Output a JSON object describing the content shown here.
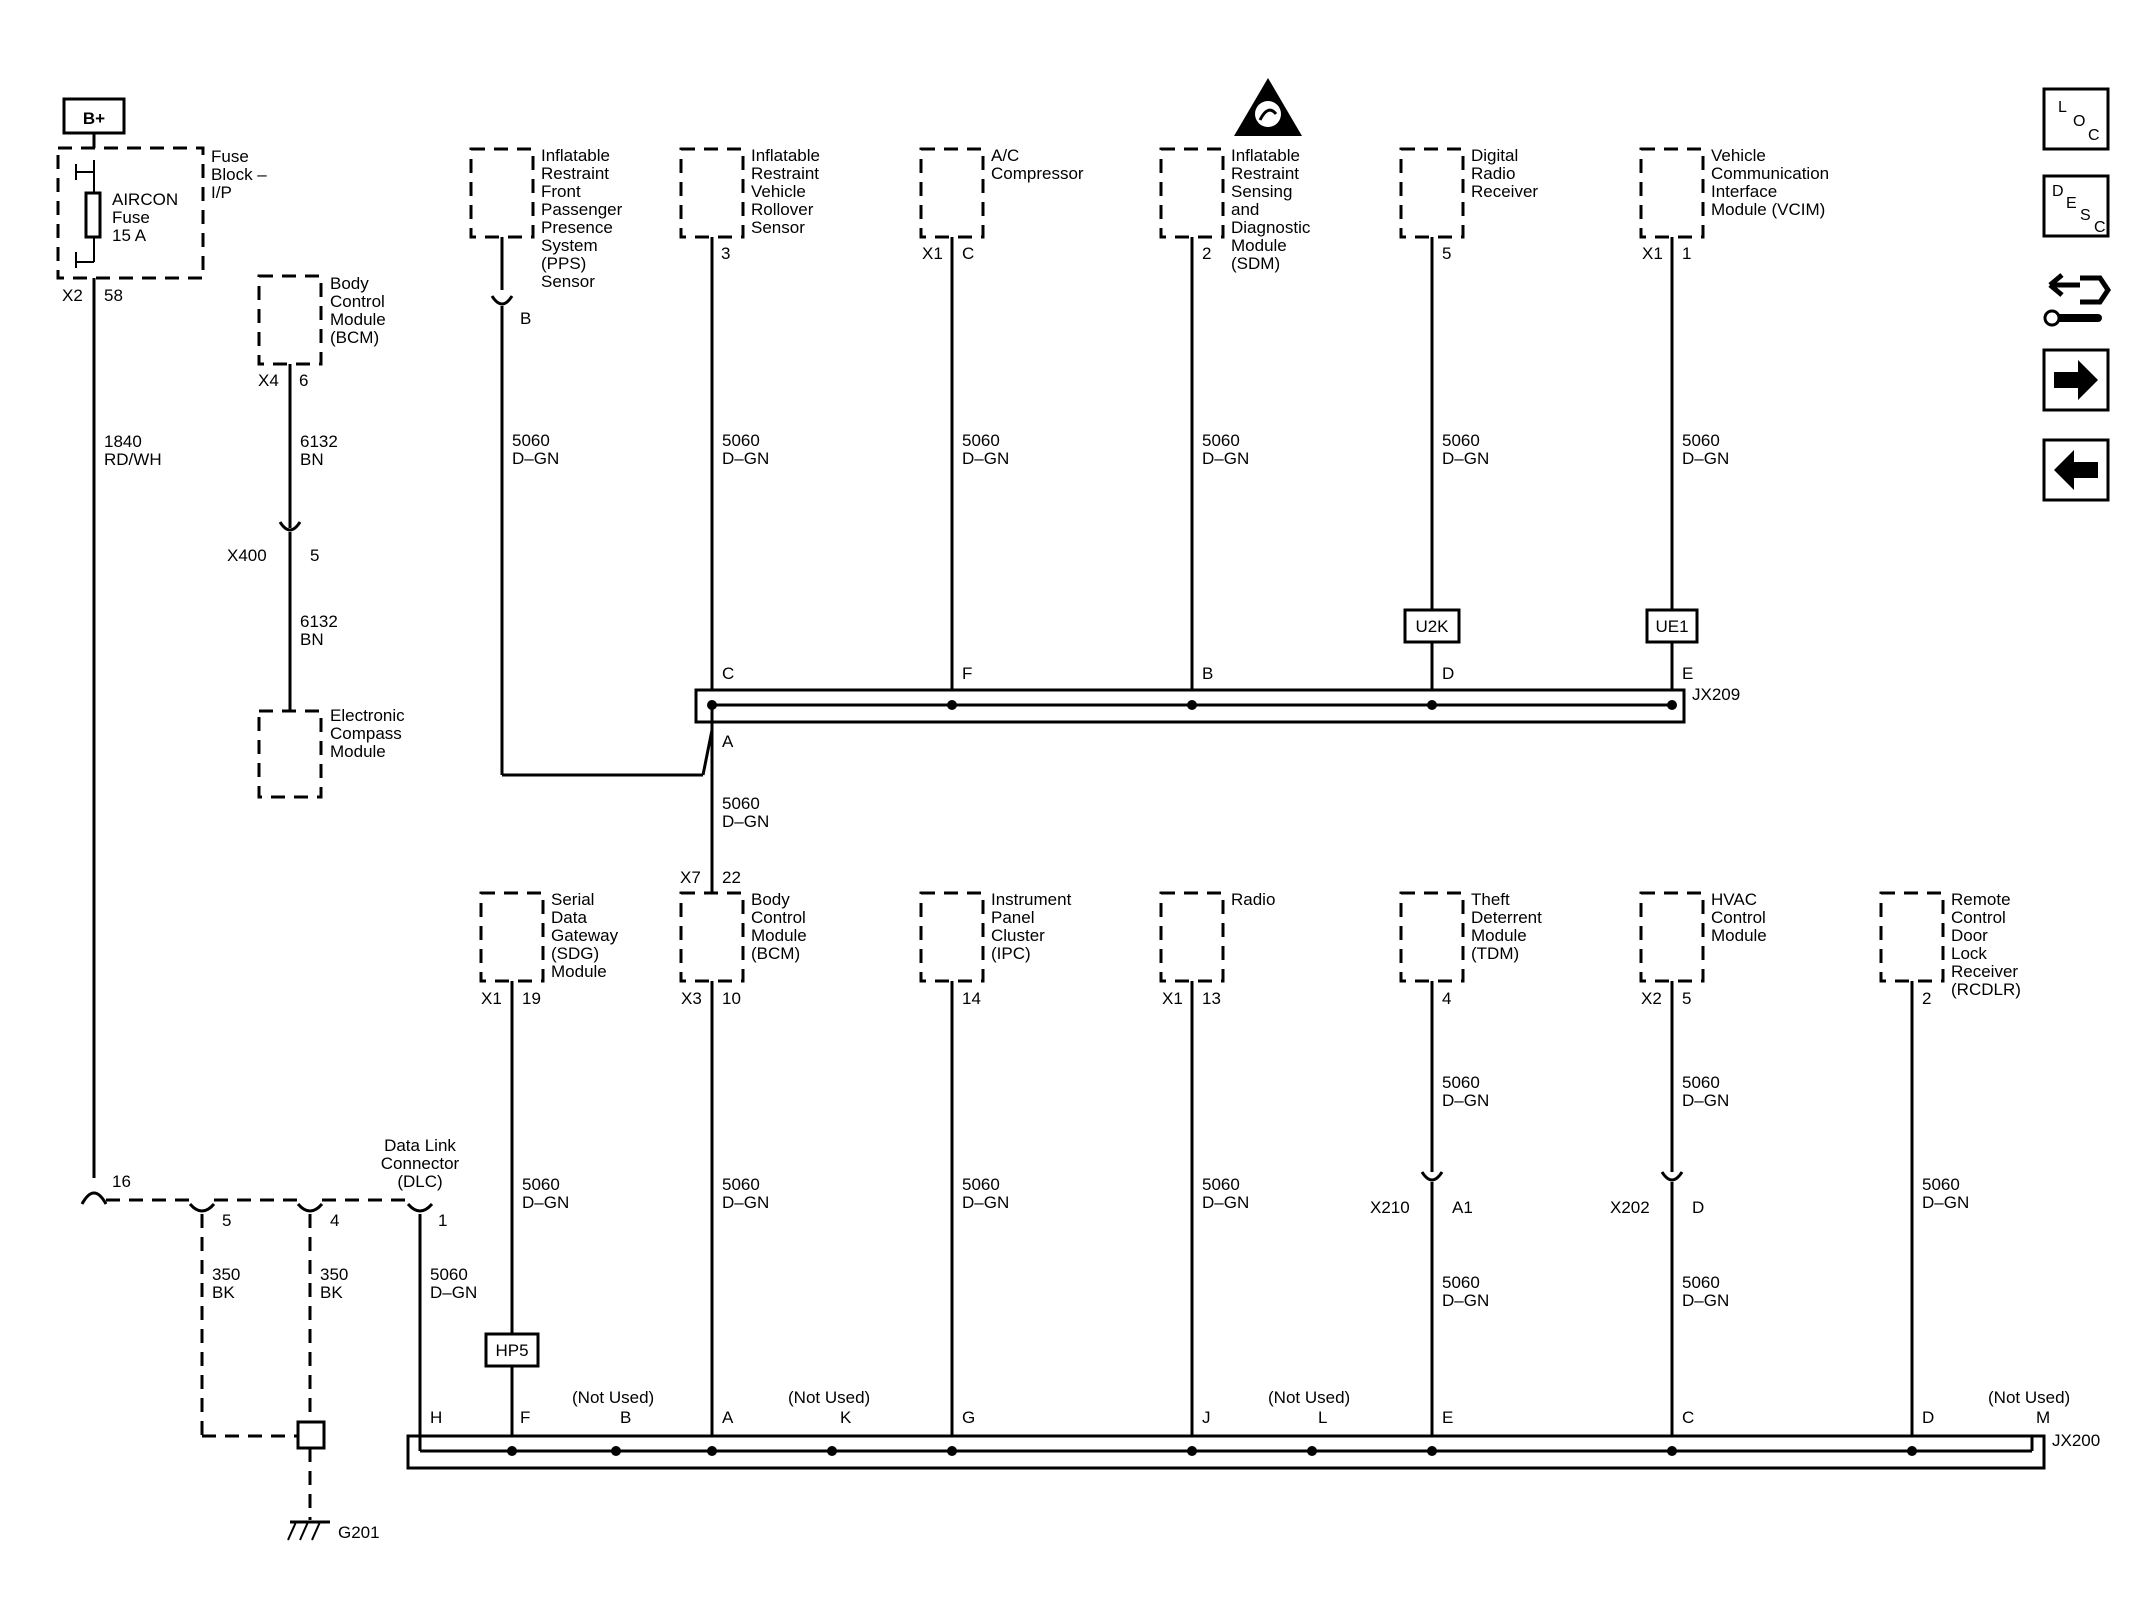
{
  "power": {
    "label": "B+"
  },
  "fuse_block": {
    "name": [
      "Fuse",
      "Block –",
      "I/P"
    ],
    "fuse": [
      "AIRCON",
      "Fuse",
      "15 A"
    ],
    "connector": "X2",
    "pin": "58",
    "wire_circuit": "1840",
    "wire_color": "RD/WH"
  },
  "bcm_top": {
    "name": [
      "Body",
      "Control",
      "Module",
      "(BCM)"
    ],
    "connector": "X4",
    "pin": "6",
    "wire1_circuit": "6132",
    "wire1_color": "BN",
    "inline_connector": "X400",
    "inline_pin": "5",
    "wire2_circuit": "6132",
    "wire2_color": "BN"
  },
  "compass": {
    "name": [
      "Electronic",
      "Compass",
      "Module"
    ]
  },
  "top_modules": [
    {
      "name": [
        "Inflatable",
        "Restraint",
        "Front",
        "Passenger",
        "Presence",
        "System",
        "(PPS)",
        "Sensor"
      ],
      "connector": "",
      "pin": "B",
      "circuit": "5060",
      "color": "D–GN"
    },
    {
      "name": [
        "Inflatable",
        "Restraint",
        "Vehicle",
        "Rollover",
        "Sensor"
      ],
      "connector": "",
      "pin": "3",
      "circuit": "5060",
      "color": "D–GN",
      "jx_pin": "C"
    },
    {
      "name": [
        "A/C",
        "Compressor"
      ],
      "connector": "X1",
      "pin": "C",
      "circuit": "5060",
      "color": "D–GN",
      "jx_pin": "F"
    },
    {
      "name": [
        "Inflatable",
        "Restraint",
        "Sensing",
        "and",
        "Diagnostic",
        "Module",
        "(SDM)"
      ],
      "connector": "",
      "pin": "2",
      "circuit": "5060",
      "color": "D–GN",
      "jx_pin": "B"
    },
    {
      "name": [
        "Digital",
        "Radio",
        "Receiver"
      ],
      "connector": "",
      "pin": "5",
      "circuit": "5060",
      "color": "D–GN",
      "jx_pin": "D",
      "option": "U2K"
    },
    {
      "name": [
        "Vehicle",
        "Communication",
        "Interface",
        "Module (VCIM)"
      ],
      "connector": "X1",
      "pin": "1",
      "circuit": "5060",
      "color": "D–GN",
      "jx_pin": "E",
      "option": "UE1"
    }
  ],
  "jx209": {
    "label": "JX209",
    "out_pin": "A",
    "out_circuit": "5060",
    "out_color": "D–GN"
  },
  "bcm_bottom_header": {
    "connector": "X7",
    "pin": "22"
  },
  "bottom_modules": [
    {
      "name": [
        "Serial",
        "Data",
        "Gateway",
        "(SDG)",
        "Module"
      ],
      "connector": "X1",
      "pin": "19",
      "circuit": "5060",
      "color": "D–GN",
      "option": "HP5",
      "jx_pin": "F"
    },
    {
      "name": [
        "Body",
        "Control",
        "Module",
        "(BCM)"
      ],
      "connector": "X3",
      "pin": "10",
      "circuit": "5060",
      "color": "D–GN",
      "jx_pin": "A"
    },
    {
      "name": [
        "Instrument",
        "Panel",
        "Cluster",
        "(IPC)"
      ],
      "connector": "",
      "pin": "14",
      "circuit": "5060",
      "color": "D–GN",
      "jx_pin": "G"
    },
    {
      "name": [
        "Radio"
      ],
      "connector": "X1",
      "pin": "13",
      "circuit": "5060",
      "color": "D–GN",
      "jx_pin": "J"
    },
    {
      "name": [
        "Theft",
        "Deterrent",
        "Module",
        "(TDM)"
      ],
      "connector": "",
      "pin": "4",
      "circuit": "5060",
      "color": "D–GN",
      "inline_connector": "X210",
      "inline_pin": "A1",
      "circuit2": "5060",
      "color2": "D–GN",
      "jx_pin": "E"
    },
    {
      "name": [
        "HVAC",
        "Control",
        "Module"
      ],
      "connector": "X2",
      "pin": "5",
      "circuit": "5060",
      "color": "D–GN",
      "inline_connector": "X202",
      "inline_pin": "D",
      "circuit2": "5060",
      "color2": "D–GN",
      "jx_pin": "C"
    },
    {
      "name": [
        "Remote",
        "Control",
        "Door",
        "Lock",
        "Receiver",
        "(RCDLR)"
      ],
      "connector": "",
      "pin": "2",
      "circuit": "5060",
      "color": "D–GN",
      "jx_pin": "D"
    }
  ],
  "dlc": {
    "name": [
      "Data Link",
      "Connector",
      "(DLC)"
    ],
    "pin_power": "16",
    "pin_gnd1": "5",
    "pin_gnd2": "4",
    "pin_data": "1",
    "gnd1_circuit": "350",
    "gnd1_color": "BK",
    "gnd2_circuit": "350",
    "gnd2_color": "BK",
    "data_circuit": "5060",
    "data_color": "D–GN",
    "jx_pin": "H"
  },
  "ground": {
    "label": "G201"
  },
  "jx200": {
    "label": "JX200",
    "not_used_label": "(Not Used)",
    "unused_pins": [
      "B",
      "K",
      "L",
      "M"
    ]
  },
  "nav": {
    "loc": [
      "L",
      "O",
      "C"
    ],
    "desc": [
      "D",
      "E",
      "S",
      "C"
    ]
  }
}
